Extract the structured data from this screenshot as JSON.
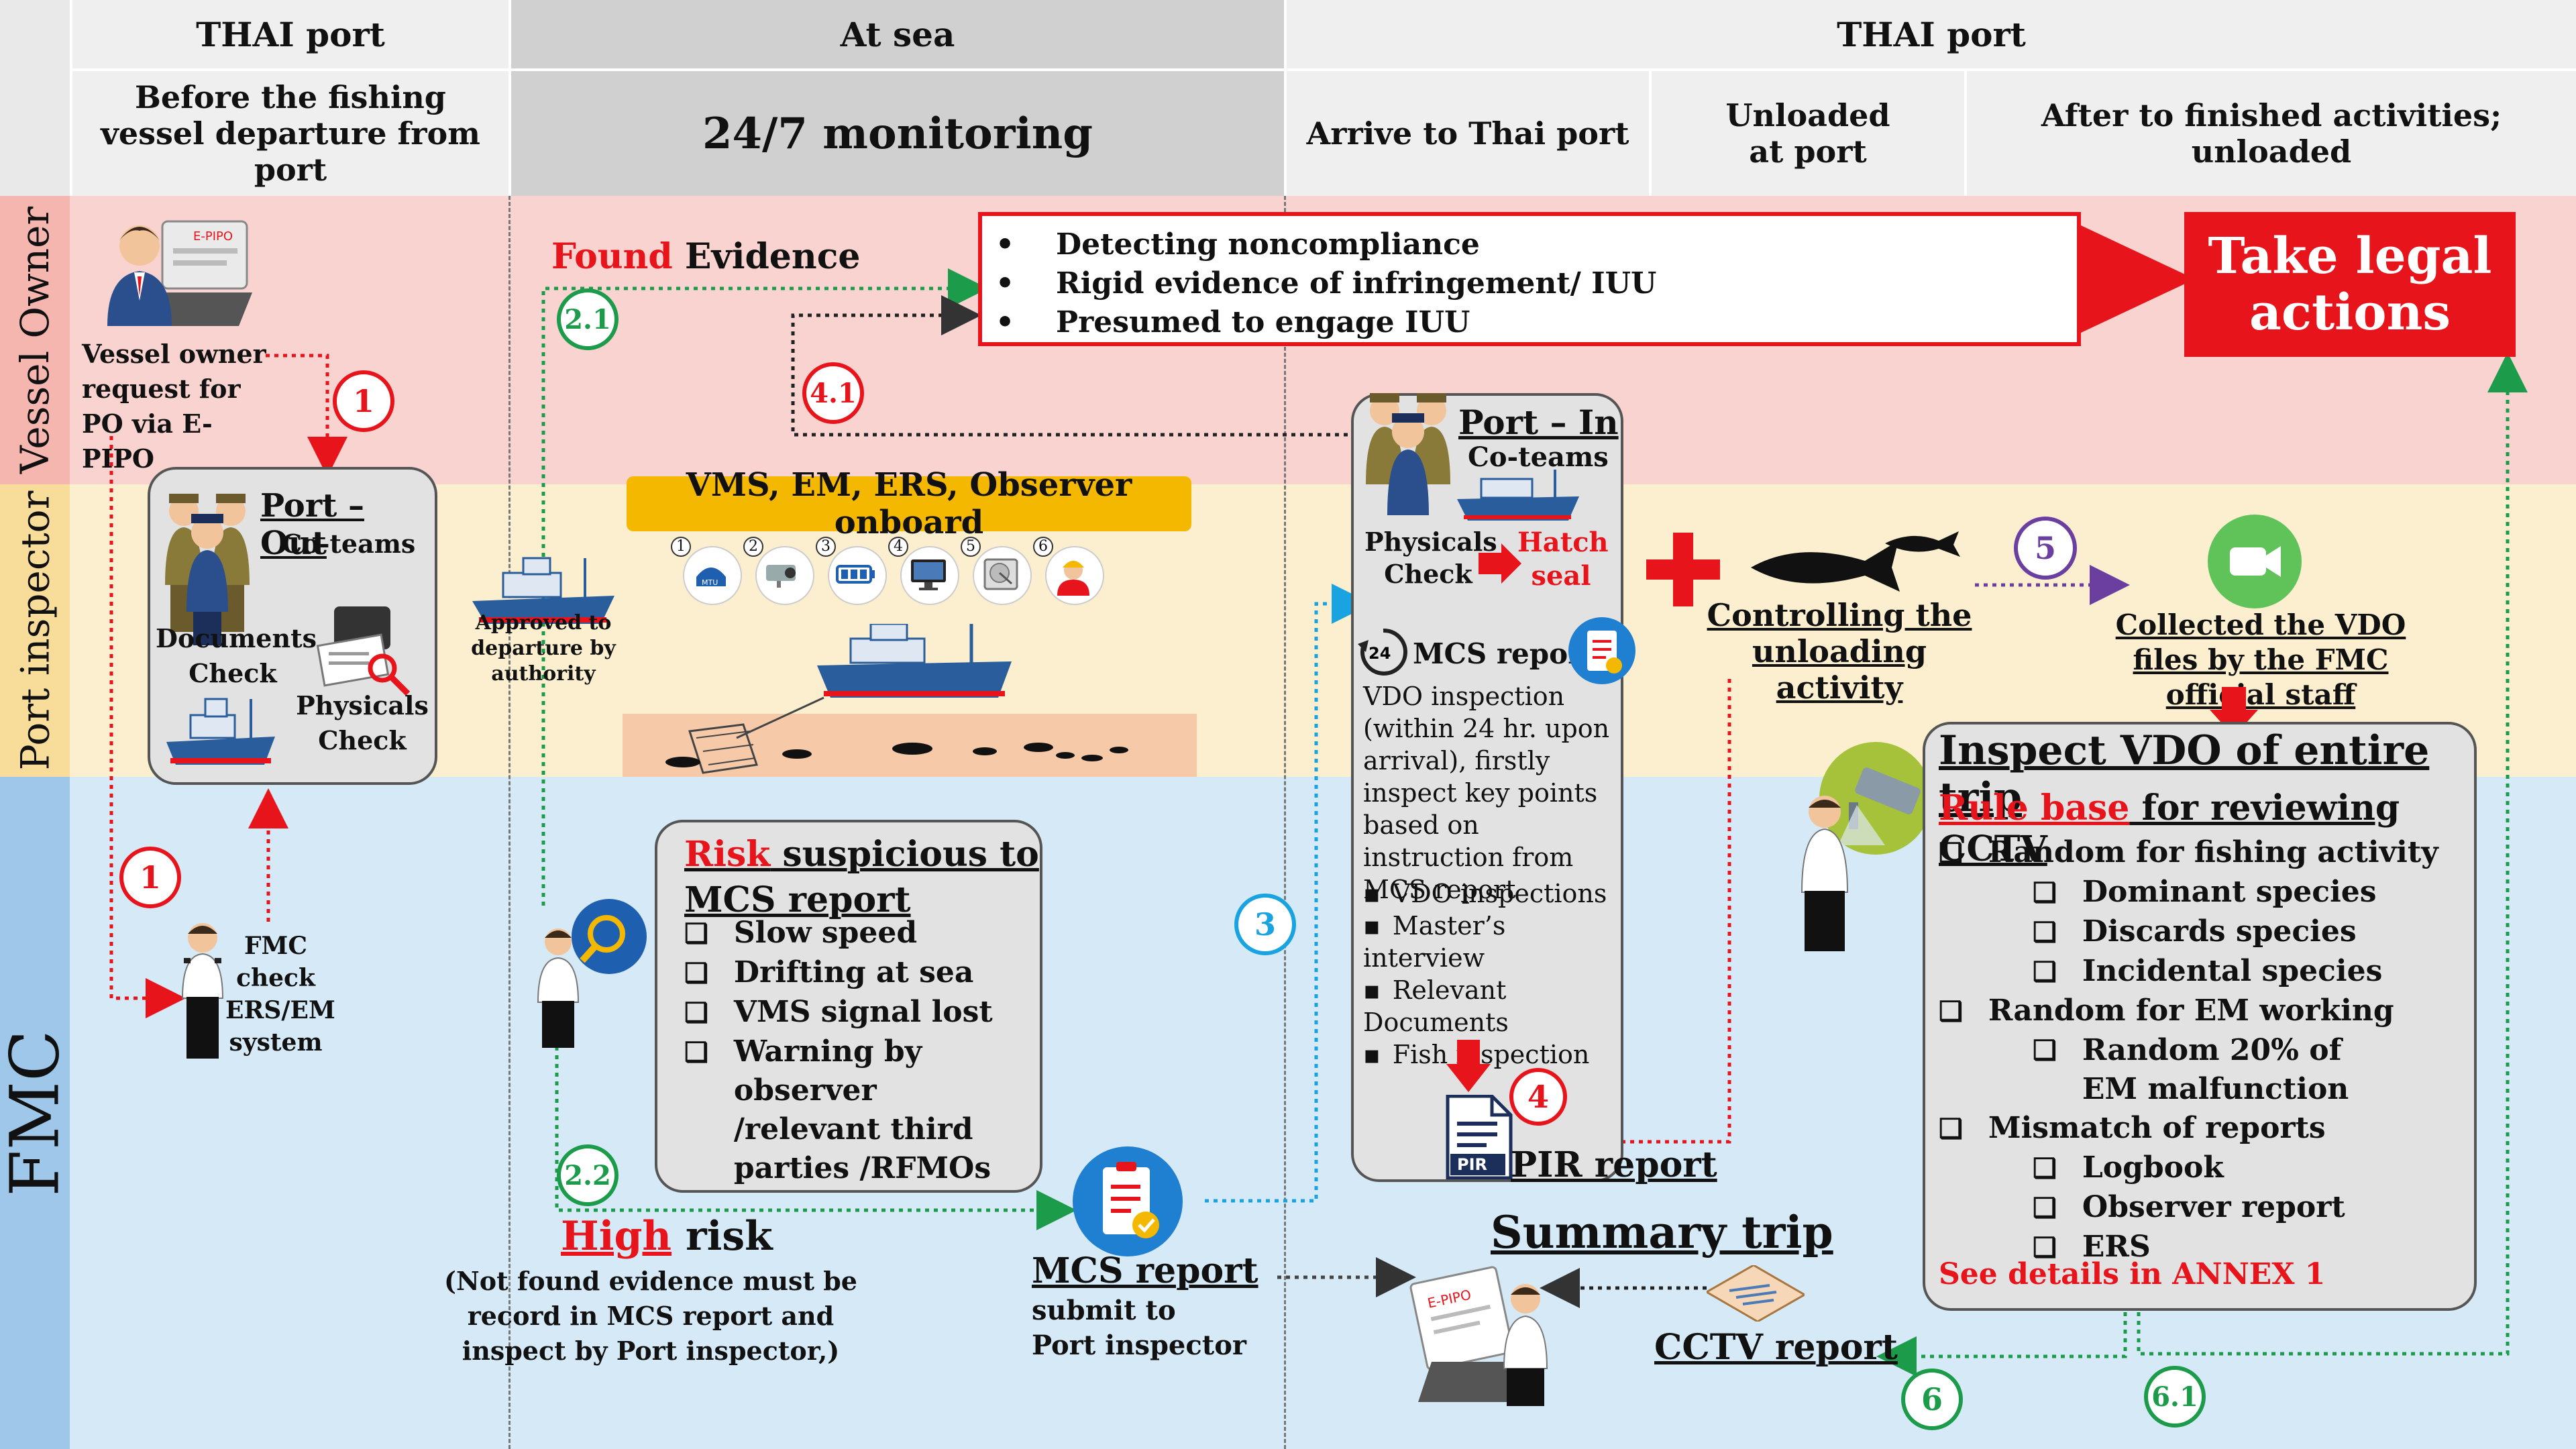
{
  "header": {
    "thai_port_left": "THAI port",
    "at_sea": "At sea",
    "thai_port_right": "THAI port",
    "before_departure": "Before the fishing vessel departure from port",
    "monitoring": "24/7 monitoring",
    "arrive": "Arrive to Thai port",
    "unloaded": "Unloaded at port",
    "after": "After to finished activities; unloaded"
  },
  "lanes": {
    "vessel_owner": "Vessel Owner",
    "port_inspector": "Port inspector",
    "fmc": "FMC"
  },
  "vessel_owner_request": "Vessel owner request for PO via E-PIPO",
  "epipo_label": "E-PIPO",
  "found_evidence": {
    "found": "Found",
    "evidence": " Evidence"
  },
  "evidence_list": [
    "Detecting noncompliance",
    "Rigid evidence of infringement/ IUU",
    "Presumed to engage IUU"
  ],
  "legal_actions": "Take legal actions",
  "port_out": {
    "title": "Port – Out",
    "subtitle": "Co-teams",
    "documents": "Documents Check",
    "physicals": "Physicals Check"
  },
  "approved": "Approved to departure by authority",
  "vms_banner": "VMS, EM, ERS, Observer onboard",
  "device_numbers": [
    "1",
    "2",
    "3",
    "4",
    "5",
    "6"
  ],
  "mtu_label": "MTU",
  "fmc_check": "FMC check ERS/EM system",
  "risk_box": {
    "risk": "Risk",
    "title_rest": " suspicious to",
    "title2": "MCS report",
    "items": [
      "Slow speed",
      "Drifting at sea",
      "VMS signal lost",
      "Warning by observer /relevant third parties /RFMOs"
    ]
  },
  "high_risk": {
    "high": "High",
    "risk": " risk",
    "note": "(Not found  evidence must be record in MCS report and inspect by Port inspector,)"
  },
  "mcs_report_submit": {
    "title": "MCS report",
    "sub": "submit to Port inspector"
  },
  "port_in": {
    "title": "Port – In",
    "subtitle": "Co-teams",
    "physicals": "Physicals Check",
    "hatch": "Hatch seal",
    "mcs_report": "MCS report",
    "clock_num": "24",
    "vdo_text": "VDO inspection (within 24 hr. upon arrival), firstly inspect key points based on instruction from MCS report",
    "items": [
      "VDO inspections",
      "Master’s interview",
      "Relevant Documents",
      "Fish inspection"
    ]
  },
  "pir_badge": "PIR",
  "pir_report": "PIR report",
  "controlling": "Controlling the unloading activity",
  "collected": "Collected the VDO files by the FMC official staff",
  "inspect_vdo": {
    "title": "Inspect VDO  of entire trip",
    "rule": "Rule base",
    "rule_rest": " for reviewing CCTV",
    "items": [
      {
        "text": "Random for fishing activity",
        "level": 1
      },
      {
        "text": "Dominant species",
        "level": 2
      },
      {
        "text": "Discards species",
        "level": 2
      },
      {
        "text": "Incidental species",
        "level": 2
      },
      {
        "text": "Random for EM working",
        "level": 1
      },
      {
        "text": "Random 20% of EM malfunction",
        "level": 2
      },
      {
        "text": "Mismatch of  reports",
        "level": 1
      },
      {
        "text": "Logbook",
        "level": 2
      },
      {
        "text": "Observer report",
        "level": 2
      },
      {
        "text": "ERS",
        "level": 2
      }
    ],
    "annex": "See details in ANNEX 1"
  },
  "summary_trip": "Summary trip",
  "cctv_report": "CCTV report",
  "steps": {
    "s1a": "1",
    "s1b": "1",
    "s21": "2.1",
    "s22": "2.2",
    "s3": "3",
    "s4": "4",
    "s41": "4.1",
    "s5": "5",
    "s6": "6",
    "s61": "6.1"
  },
  "colors": {
    "vessel_owner_band": "#f9d3cf",
    "port_inspector_band": "#fbefcf",
    "fmc_band": "#d5e9f6",
    "red": "#e8141b",
    "green": "#1c9b4a",
    "blue": "#19a3e0",
    "purple": "#6a3fa0",
    "vms_banner": "#f5b800"
  }
}
